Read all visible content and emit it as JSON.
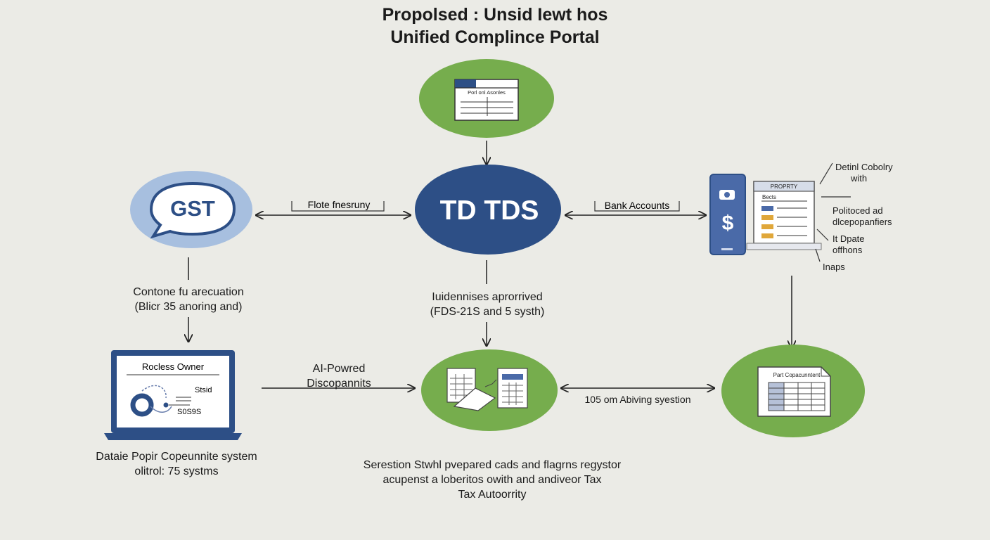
{
  "title": {
    "line1": "Propolsed : Unsid Iewt hos",
    "line2": "Unified Complince Portal"
  },
  "nodes": {
    "top_doc_header": "Porl onl Asonles",
    "gst": "GST",
    "tds": "TD TDS",
    "bottom_doc_header": "Part Copacunntent",
    "laptop_header": "Rocless Owner",
    "laptop_label1": "Stsid",
    "laptop_label2": "S0S9S",
    "device_panel_header": "PROPRTY",
    "device_panel_row": "Bects"
  },
  "connectors": {
    "gst_tds": "Flote fnesruny",
    "tds_bank": "Bank Accounts",
    "ai_label_line1": "AI-Powred",
    "ai_label_line2": "Discopannits",
    "right_link": "105 om Abiving syestion"
  },
  "labels": {
    "gst_below_line1": "Contone fu arecuation",
    "gst_below_line2": "(Blicr 35 anoring and)",
    "tds_below_line1": "Iuidennises aprorrived",
    "tds_below_line2": "(FDS-21S and 5 systh)",
    "laptop_below_line1": "Dataie Popir Copeunnite system",
    "laptop_below_line2": "olitrol:  75 systms",
    "center_bottom_line1": "Serestion Stwhl pvepared cads and flagrns regystor",
    "center_bottom_line2": "acupenst a loberitos owith and andiveor Tax",
    "center_bottom_line3": "Tax Autoorrity"
  },
  "side_notes": {
    "note1_line1": "Detinl Cobolry",
    "note1_line2": "with",
    "note2_line1": "Politoced ad",
    "note2_line2": "dlcepopanfiers",
    "note3_line1": "It Dpate",
    "note3_line2": "offhons",
    "note4": "Inaps"
  },
  "colors": {
    "green": "#76ad4d",
    "navy": "#2d4f86",
    "light_blue": "#a7bfdf",
    "background": "#ebebe6",
    "gold": "#e0a73a"
  },
  "icons": [
    "document-icon",
    "speech-bubble-icon",
    "laptop-icon",
    "phone-icon",
    "dollar-icon",
    "spreadsheet-icon"
  ]
}
